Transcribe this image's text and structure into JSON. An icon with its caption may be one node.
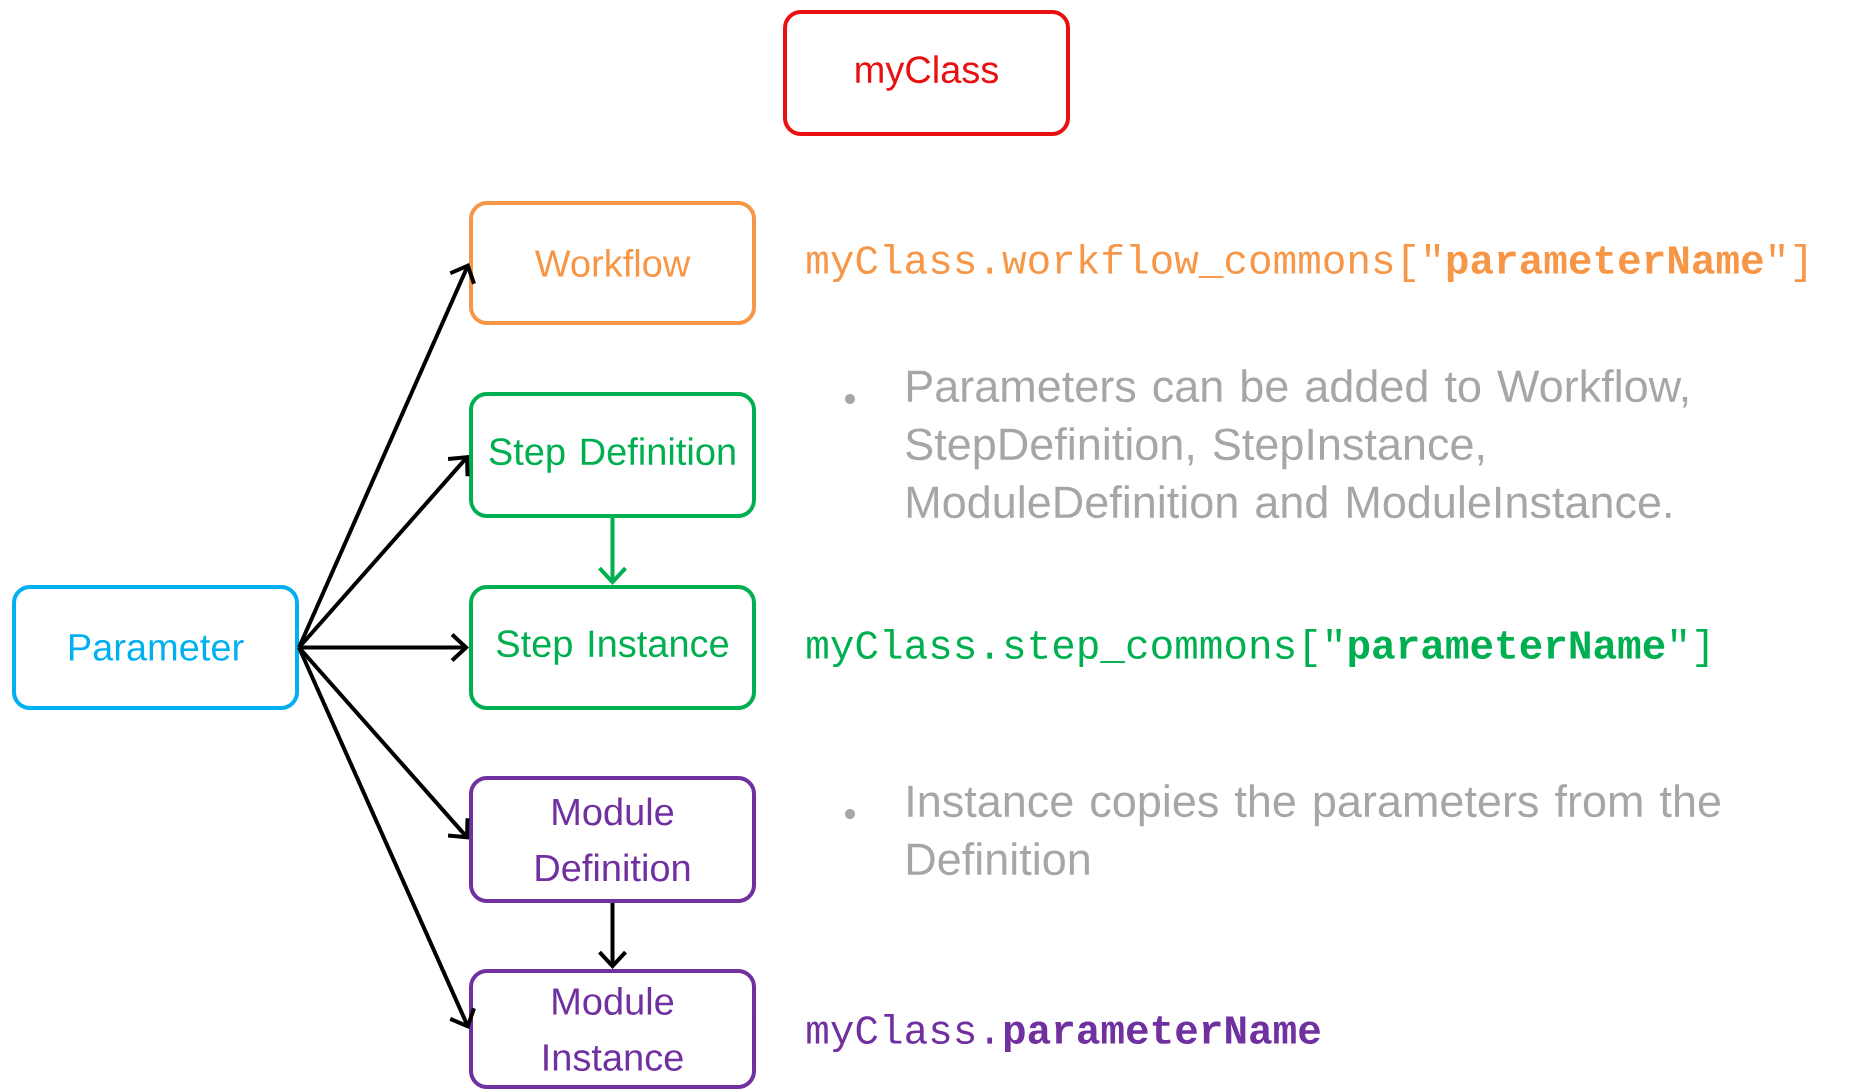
{
  "diagram": {
    "nodes": [
      {
        "text": [
          "myClass"
        ]
      },
      {
        "text": [
          "Workflow"
        ]
      },
      {
        "text": [
          "Step Definition"
        ]
      },
      {
        "text": [
          "Parameter"
        ]
      },
      {
        "text": [
          "Step Instance"
        ]
      },
      {
        "text": [
          "Module Definition"
        ]
      },
      {
        "text": [
          "Module Instance"
        ]
      }
    ],
    "edges": [
      {
        "from": 3,
        "to": 1,
        "arrow": "to"
      },
      {
        "from": 3,
        "to": 2,
        "arrow": "to"
      },
      {
        "from": 3,
        "to": 4,
        "arrow": "to"
      },
      {
        "from": 3,
        "to": 5,
        "arrow": "to"
      },
      {
        "from": 3,
        "to": 6,
        "arrow": "to"
      },
      {
        "from": 2,
        "to": 4,
        "arrow": "to",
        "color": "#00b050"
      },
      {
        "from": 5,
        "to": 6,
        "arrow": "to"
      }
    ],
    "labels": [
      "myClass.workflow_commons[\"**parameterName**\"]",
      "Parameters can be added to Workflow, StepDefinition, StepInstance, ModuleDefinition and ModuleInstance.",
      "myClass.step_commons[\"**parameterName**\"]",
      "Instance copies the parameters from the Definition",
      "myClass.**parameterName**"
    ]
  }
}
